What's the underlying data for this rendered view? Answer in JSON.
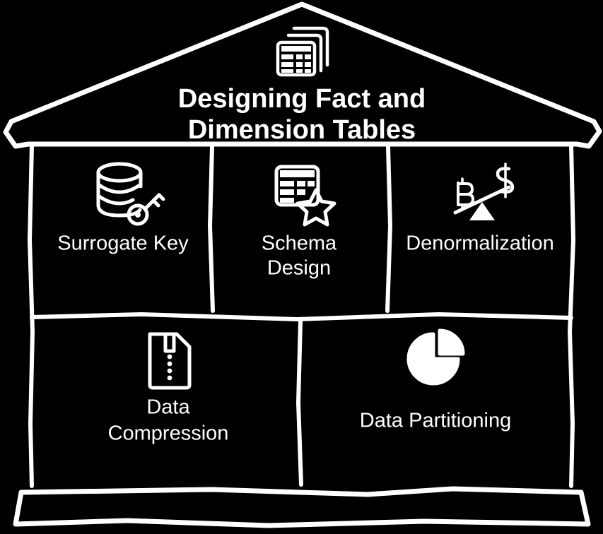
{
  "diagram": {
    "type": "house-framework",
    "title_line1": "Designing Fact and",
    "title_line2": "Dimension Tables",
    "roof_icon": "stacked-tables-icon",
    "colors": {
      "background": "#000000",
      "stroke": "#ffffff",
      "text": "#ffffff"
    },
    "rows": [
      {
        "row_index": 1,
        "cells": [
          {
            "id": "surrogate-key",
            "label_line1": "Surrogate Key",
            "label_line2": "",
            "icon": "database-key-icon"
          },
          {
            "id": "schema-design",
            "label_line1": "Schema",
            "label_line2": "Design",
            "icon": "table-star-icon"
          },
          {
            "id": "denormalization",
            "label_line1": "Denormalization",
            "label_line2": "",
            "icon": "balance-scale-icon"
          }
        ]
      },
      {
        "row_index": 2,
        "cells": [
          {
            "id": "data-compression",
            "label_line1": "Data",
            "label_line2": "Compression",
            "icon": "zipped-file-icon"
          },
          {
            "id": "data-partitioning",
            "label_line1": "Data Partitioning",
            "label_line2": "",
            "icon": "pie-chart-icon"
          }
        ]
      }
    ],
    "foundation": {
      "label": ""
    }
  }
}
